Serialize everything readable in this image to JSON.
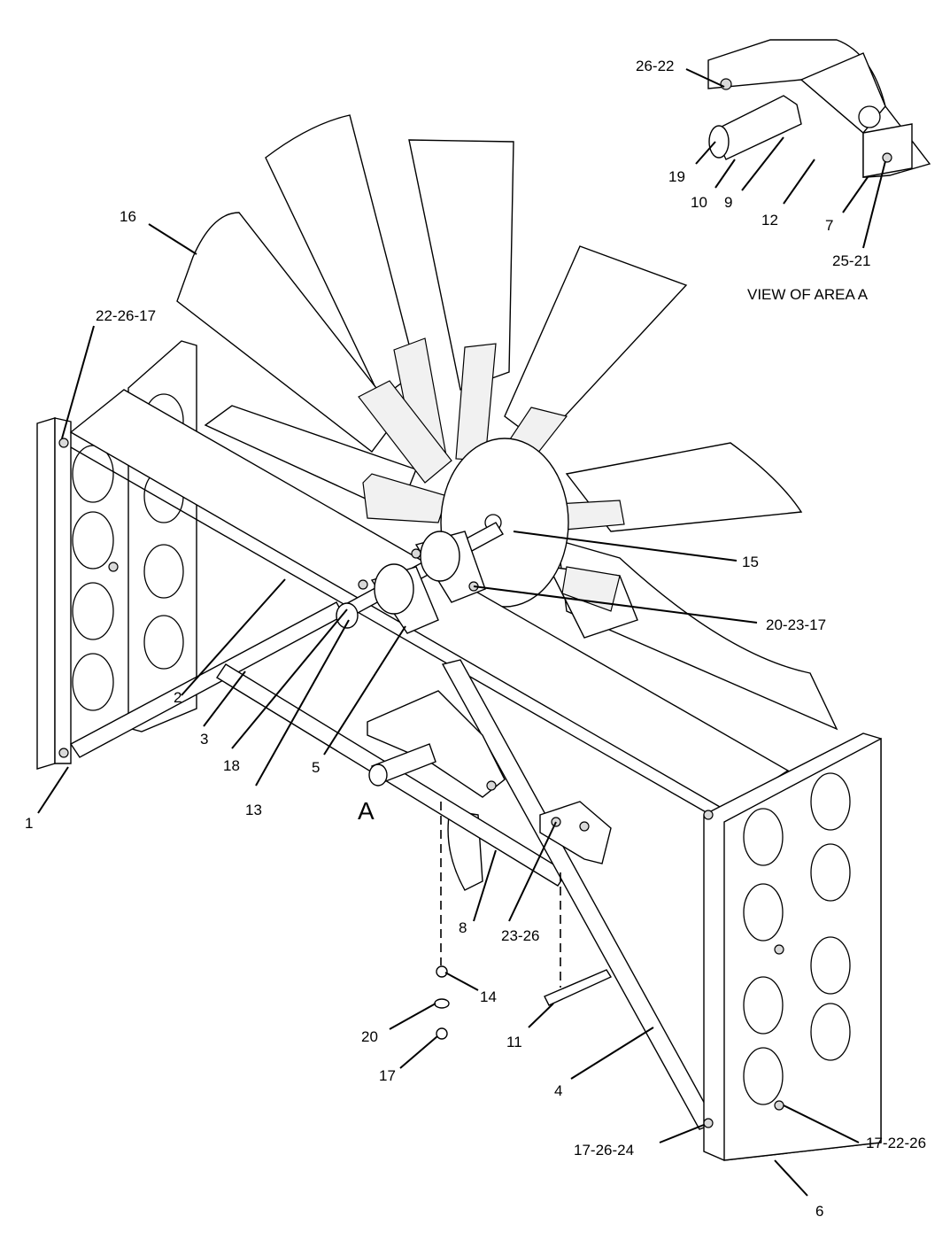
{
  "view_title": "VIEW OF AREA A",
  "area_marker": "A",
  "callouts": [
    {
      "id": "c26-22",
      "label": "26-22"
    },
    {
      "id": "c19",
      "label": "19"
    },
    {
      "id": "c10",
      "label": "10"
    },
    {
      "id": "c9",
      "label": "9"
    },
    {
      "id": "c12",
      "label": "12"
    },
    {
      "id": "c7",
      "label": "7"
    },
    {
      "id": "c25-21",
      "label": "25-21"
    },
    {
      "id": "c16",
      "label": "16"
    },
    {
      "id": "c22-26-17",
      "label": "22-26-17"
    },
    {
      "id": "c15",
      "label": "15"
    },
    {
      "id": "c20-23-17",
      "label": "20-23-17"
    },
    {
      "id": "c2",
      "label": "2"
    },
    {
      "id": "c3",
      "label": "3"
    },
    {
      "id": "c18",
      "label": "18"
    },
    {
      "id": "c13",
      "label": "13"
    },
    {
      "id": "c5",
      "label": "5"
    },
    {
      "id": "c1",
      "label": "1"
    },
    {
      "id": "c8",
      "label": "8"
    },
    {
      "id": "c23-26",
      "label": "23-26"
    },
    {
      "id": "c14",
      "label": "14"
    },
    {
      "id": "c20",
      "label": "20"
    },
    {
      "id": "c17",
      "label": "17"
    },
    {
      "id": "c11",
      "label": "11"
    },
    {
      "id": "c4",
      "label": "4"
    },
    {
      "id": "c17-26-24",
      "label": "17-26-24"
    },
    {
      "id": "c17-22-26",
      "label": "17-22-26"
    },
    {
      "id": "c6",
      "label": "6"
    }
  ]
}
